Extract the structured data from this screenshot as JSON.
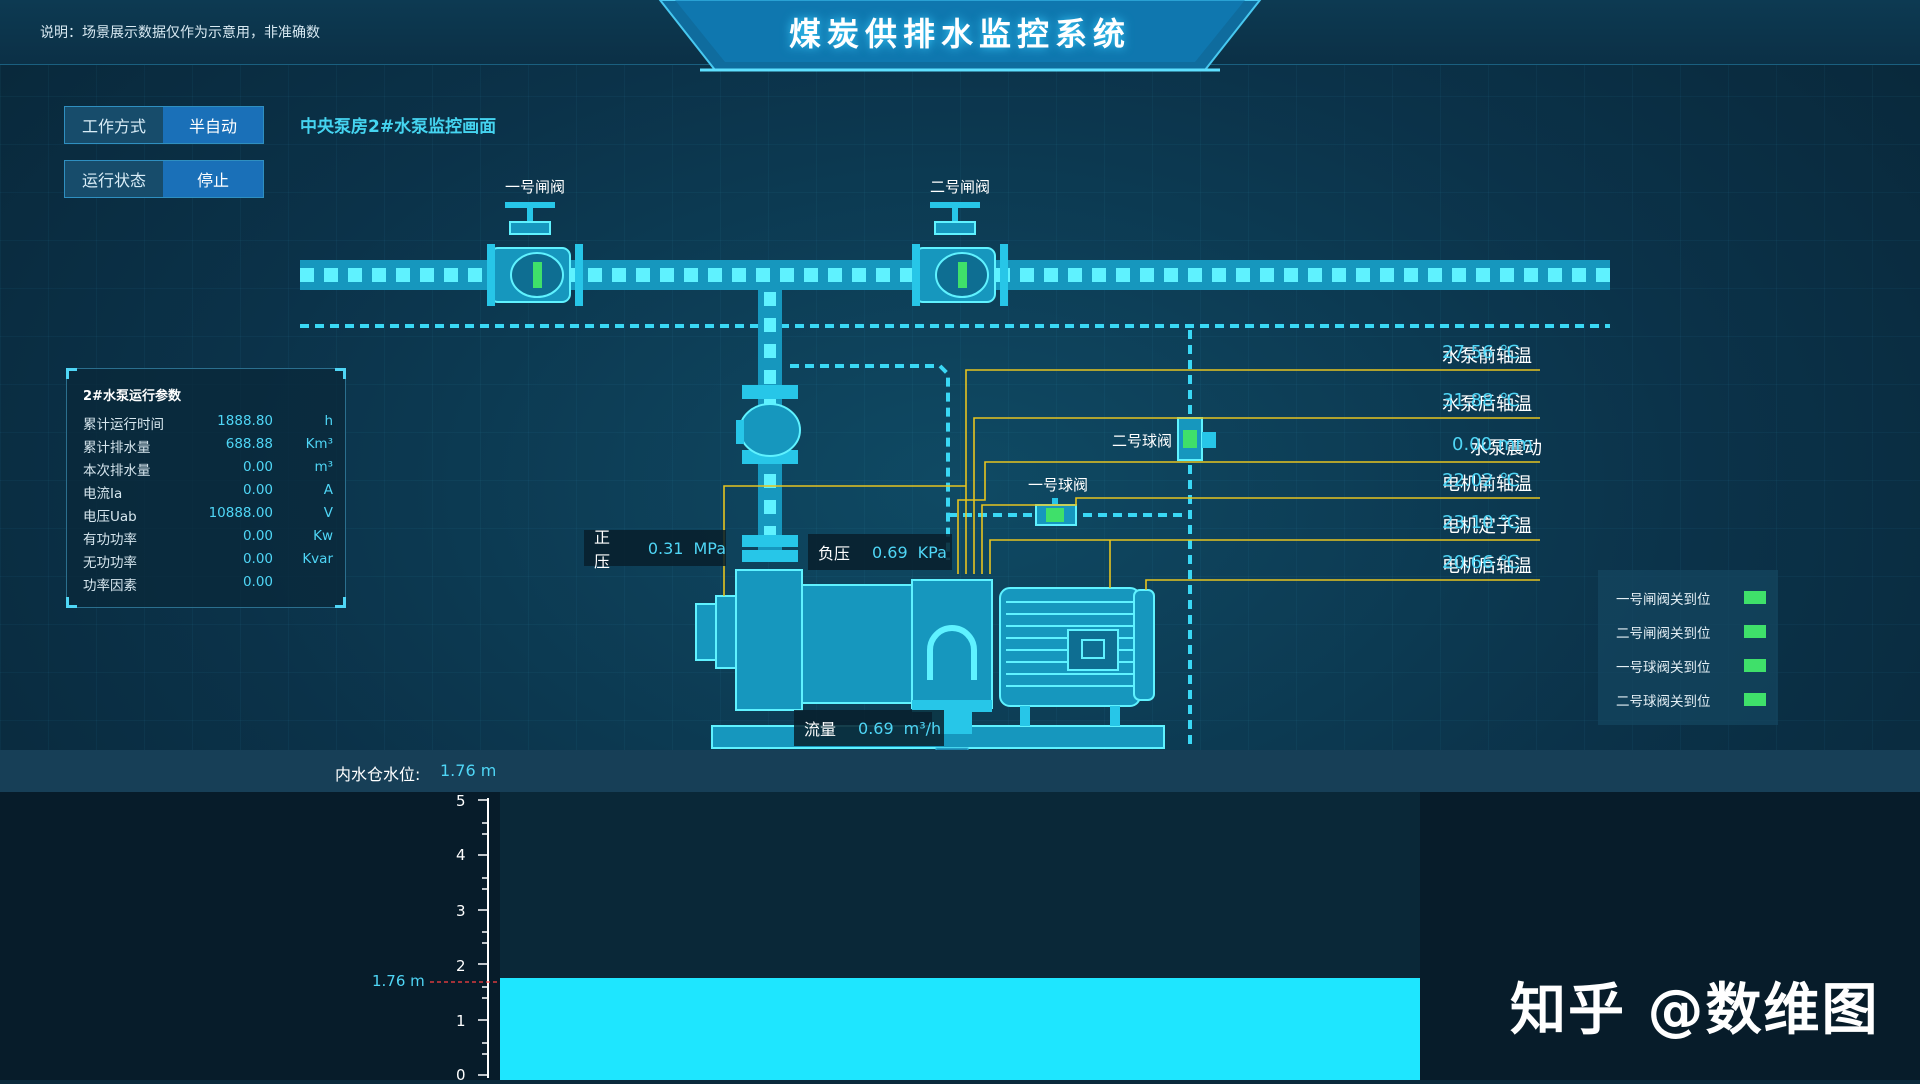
{
  "header": {
    "note": "说明：场景展示数据仅作为示意用，非准确数",
    "title": "煤炭供排水监控系统"
  },
  "status": {
    "work_mode_label": "工作方式",
    "work_mode_value": "半自动",
    "run_state_label": "运行状态",
    "run_state_value": "停止"
  },
  "subtitle": "中央泵房2#水泵监控画面",
  "valves": {
    "gate1": "一号闸阀",
    "gate2": "二号闸阀",
    "ball1": "一号球阀",
    "ball2": "二号球阀"
  },
  "params": {
    "title": "2#水泵运行参数",
    "rows": [
      {
        "label": "累计运行时间",
        "value": "1888.80",
        "unit": "h"
      },
      {
        "label": "累计排水量",
        "value": "688.88",
        "unit": "Km³"
      },
      {
        "label": "本次排水量",
        "value": "0.00",
        "unit": "m³"
      },
      {
        "label": "电流Ia",
        "value": "0.00",
        "unit": "A"
      },
      {
        "label": "电压Uab",
        "value": "10888.00",
        "unit": "V"
      },
      {
        "label": "有功功率",
        "value": "0.00",
        "unit": "Kw"
      },
      {
        "label": "无功功率",
        "value": "0.00",
        "unit": "Kvar"
      },
      {
        "label": "功率因素",
        "value": "0.00",
        "unit": ""
      }
    ]
  },
  "readings": [
    {
      "label": "水泵前轴温",
      "value": "27.56 ℃"
    },
    {
      "label": "水泵后轴温",
      "value": "31.88 ℃"
    },
    {
      "label": "水泵震动",
      "value": "0.00 mm"
    },
    {
      "label": "电机前轴温",
      "value": "22.02 ℃"
    },
    {
      "label": "电机定子温",
      "value": "23.10 ℃"
    },
    {
      "label": "电机后轴温",
      "value": "20.66 ℃"
    }
  ],
  "pressure": {
    "positive_label": "正压",
    "positive_value": "0.31",
    "positive_unit": "MPa",
    "negative_label": "负压",
    "negative_value": "0.69",
    "negative_unit": "KPa",
    "flow_label": "流量",
    "flow_value": "0.69",
    "flow_unit": "m³/h"
  },
  "legend": [
    {
      "label": "一号闸阀关到位"
    },
    {
      "label": "二号闸阀关到位"
    },
    {
      "label": "一号球阀关到位"
    },
    {
      "label": "二号球阀关到位"
    }
  ],
  "water": {
    "label": "内水仓水位:",
    "value": "1.76 m",
    "marker": "1.76 m",
    "level": 1.76,
    "scale_max": 5,
    "ticks": [
      "0",
      "1",
      "2",
      "3",
      "4",
      "5"
    ]
  },
  "watermark": "知乎 @数维图",
  "colors": {
    "accent": "#4fd6f6",
    "pipe": "#27c6e8",
    "water": "#1ee6ff",
    "indicator": "#3fe06a",
    "leader": "#e6c420"
  }
}
